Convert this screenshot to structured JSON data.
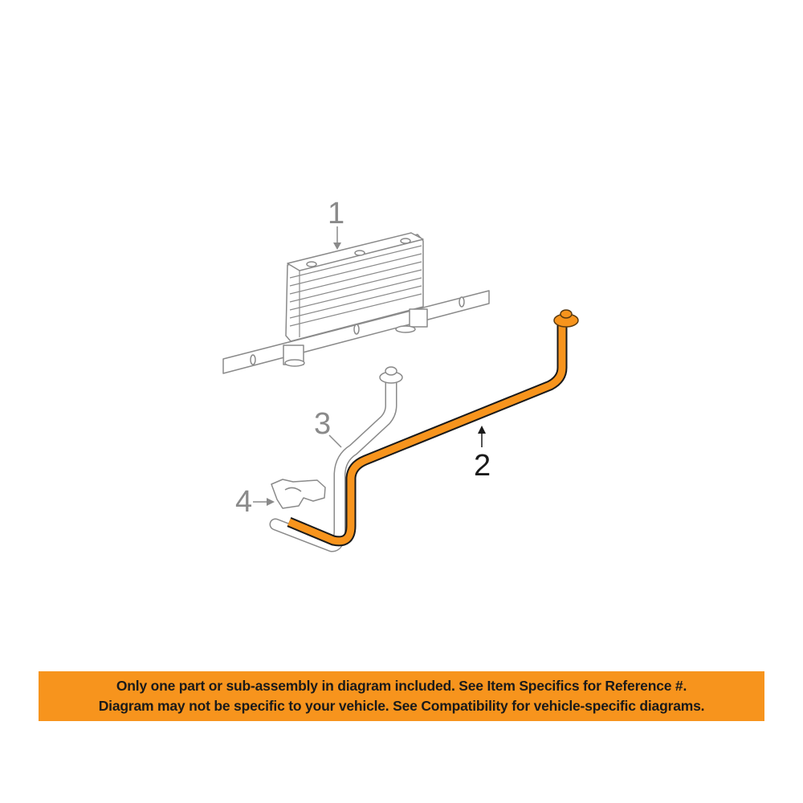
{
  "callouts": {
    "part1": "1",
    "part2": "2",
    "part3": "3",
    "part4": "4"
  },
  "colors": {
    "highlight": "#f7941d",
    "outline": "#8a8a8a",
    "banner": "#f7941d"
  },
  "banner": {
    "line1": "Only one part or sub-assembly in diagram included. See Item Specifics for Reference #.",
    "line2": "Diagram may not be specific to your vehicle. See Compatibility for vehicle-specific diagrams."
  }
}
